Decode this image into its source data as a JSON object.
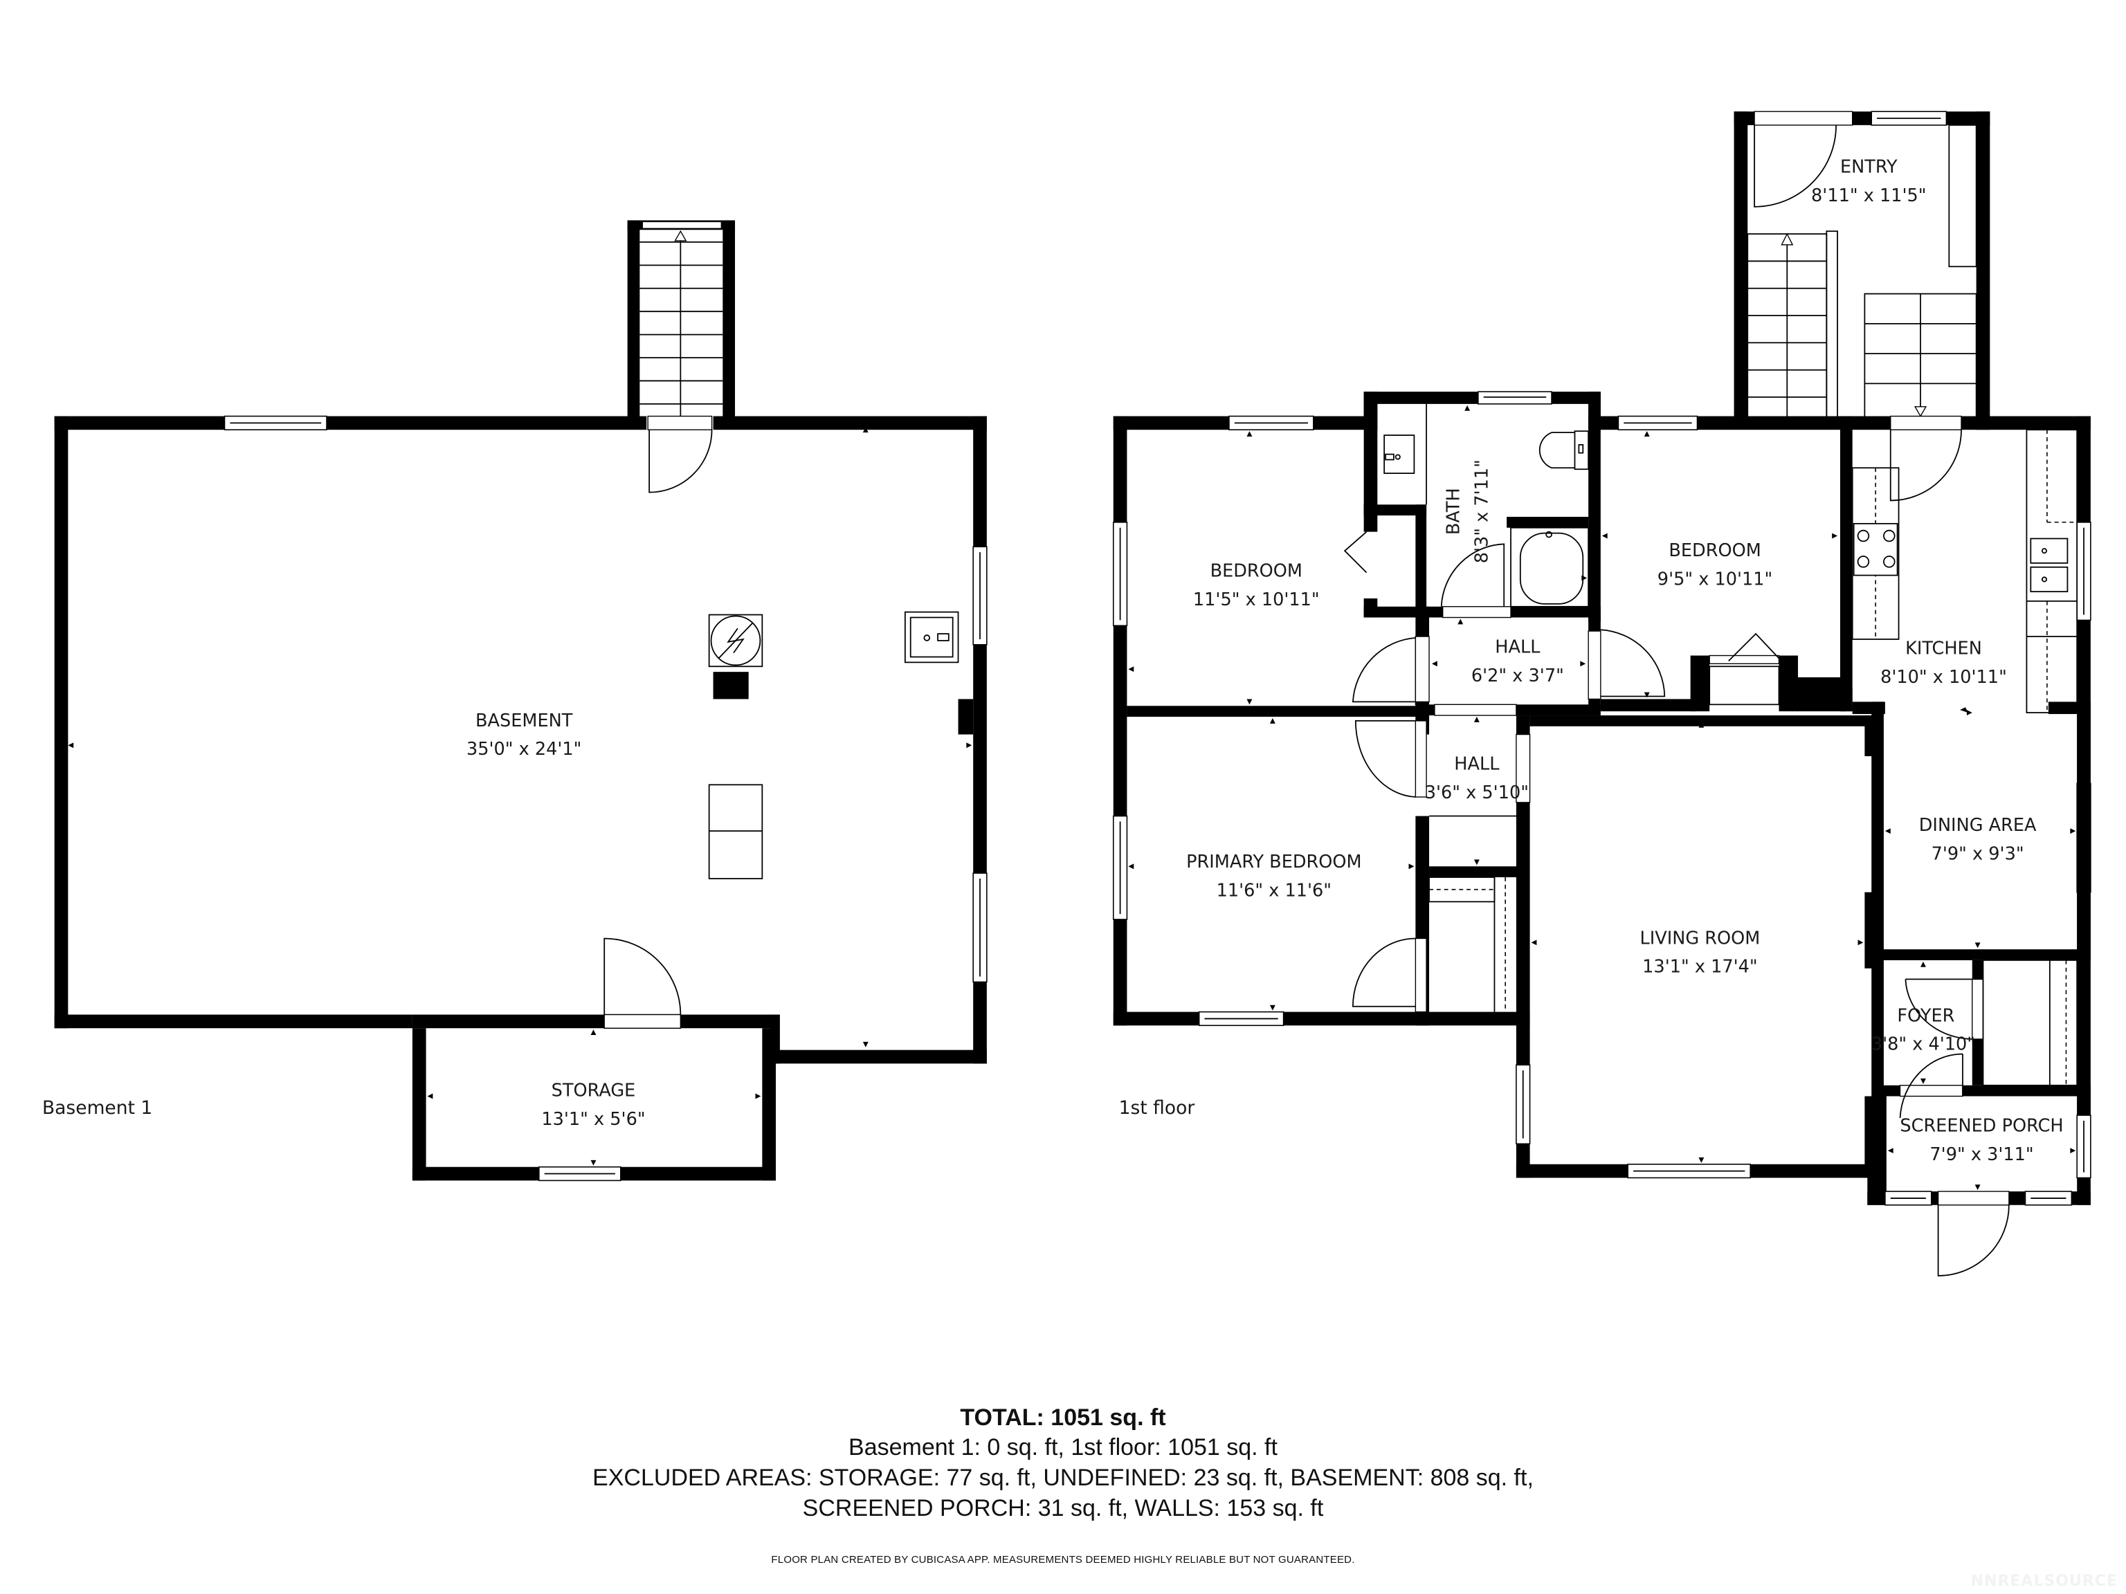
{
  "floors": {
    "basement": {
      "label": "Basement 1",
      "rooms": [
        {
          "name": "BASEMENT",
          "dimensions": "35'0\" x 24'1\""
        },
        {
          "name": "STORAGE",
          "dimensions": "13'1\" x 5'6\""
        }
      ]
    },
    "first": {
      "label": "1st floor",
      "rooms": [
        {
          "name": "ENTRY",
          "dimensions": "8'11\" x 11'5\""
        },
        {
          "name": "BEDROOM",
          "dimensions": "11'5\" x 10'11\""
        },
        {
          "name": "BATH",
          "dimensions": "8'3\" x 7'11\""
        },
        {
          "name": "BEDROOM",
          "dimensions": "9'5\" x 10'11\""
        },
        {
          "name": "HALL",
          "dimensions": "6'2\" x 3'7\""
        },
        {
          "name": "KITCHEN",
          "dimensions": "8'10\" x 10'11\""
        },
        {
          "name": "HALL",
          "dimensions": "3'6\" x 5'10\""
        },
        {
          "name": "PRIMARY BEDROOM",
          "dimensions": "11'6\" x 11'6\""
        },
        {
          "name": "DINING AREA",
          "dimensions": "7'9\" x 9'3\""
        },
        {
          "name": "LIVING ROOM",
          "dimensions": "13'1\" x 17'4\""
        },
        {
          "name": "FOYER",
          "dimensions": "3'8\" x 4'10\""
        },
        {
          "name": "SCREENED PORCH",
          "dimensions": "7'9\" x 3'11\""
        }
      ]
    }
  },
  "summary": {
    "total": "TOTAL: 1051 sq. ft",
    "per_floor": "Basement 1: 0 sq. ft, 1st floor: 1051 sq. ft",
    "excluded_line1": "EXCLUDED AREAS: STORAGE: 77 sq. ft, UNDEFINED: 23 sq. ft, BASEMENT: 808 sq. ft,",
    "excluded_line2": "SCREENED PORCH: 31 sq. ft, WALLS: 153 sq. ft",
    "disclaimer": "FLOOR PLAN CREATED BY CUBICASA APP. MEASUREMENTS DEEMED HIGHLY RELIABLE BUT NOT GUARANTEED."
  },
  "watermark": "NNREALSOURCE",
  "colors": {
    "wall": "#000000",
    "background": "#ffffff",
    "text": "#1a1a1a"
  }
}
